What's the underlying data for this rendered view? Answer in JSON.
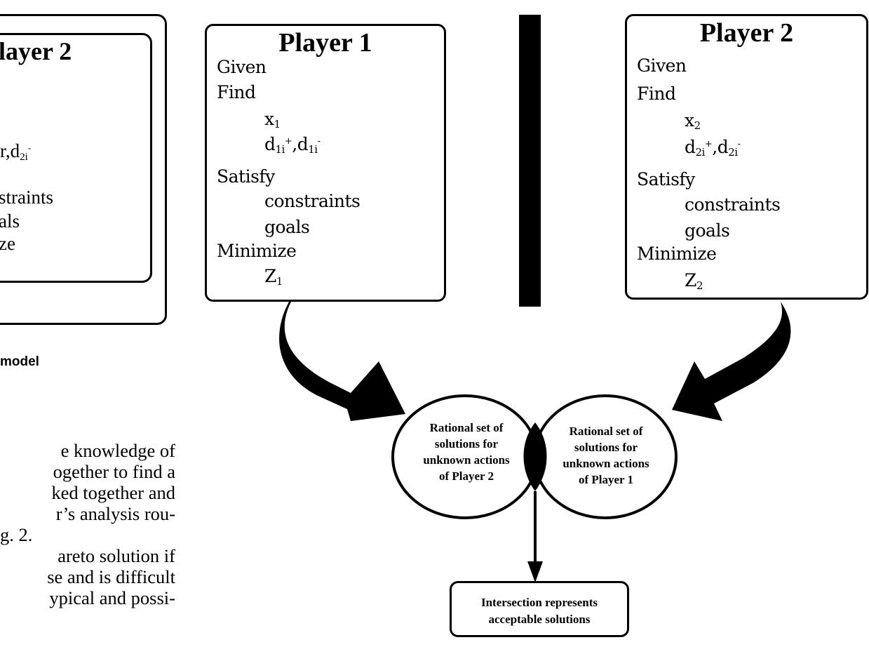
{
  "left_fragment": {
    "title": "layer 2",
    "variable_line": ",d",
    "variable_sub": "2i",
    "variable_sup": "-",
    "prefix_mark": "r",
    "lines": [
      "straints",
      "als",
      "ze"
    ],
    "caption": "model",
    "paragraph": [
      "e knowledge of",
      "ogether to find a",
      "ked together and",
      "r’s analysis rou-",
      "g. 2.",
      "areto solution if",
      "se and is difficult",
      "ypical and possi-"
    ]
  },
  "player1": {
    "title": "Player 1",
    "given": "Given",
    "find": "Find",
    "var_x": "x",
    "var_x_sub": "1",
    "var_d": "d",
    "var_d_sub": "1i",
    "plus": "+",
    "minus": "-",
    "comma": ",",
    "satisfy": "Satisfy",
    "constraints": "constraints",
    "goals": "goals",
    "minimize": "Minimize",
    "var_z": "Z",
    "var_z_sub": "1"
  },
  "player2": {
    "title": "Player 2",
    "given": "Given",
    "find": "Find",
    "var_x": "x",
    "var_x_sub": "2",
    "var_d": "d",
    "var_d_sub": "2i",
    "plus": "+",
    "minus": "-",
    "comma": ",",
    "satisfy": "Satisfy",
    "constraints": "constraints",
    "goals": "goals",
    "minimize": "Minimize",
    "var_z": "Z",
    "var_z_sub": "2"
  },
  "venn": {
    "left_circle": [
      "Rational set of",
      "solutions for",
      "unknown actions",
      "of Player 2"
    ],
    "right_circle": [
      "Rational set of",
      "solutions for",
      "unknown actions",
      "of Player 1"
    ]
  },
  "result": {
    "line1": "Intersection represents",
    "line2": "acceptable solutions"
  }
}
